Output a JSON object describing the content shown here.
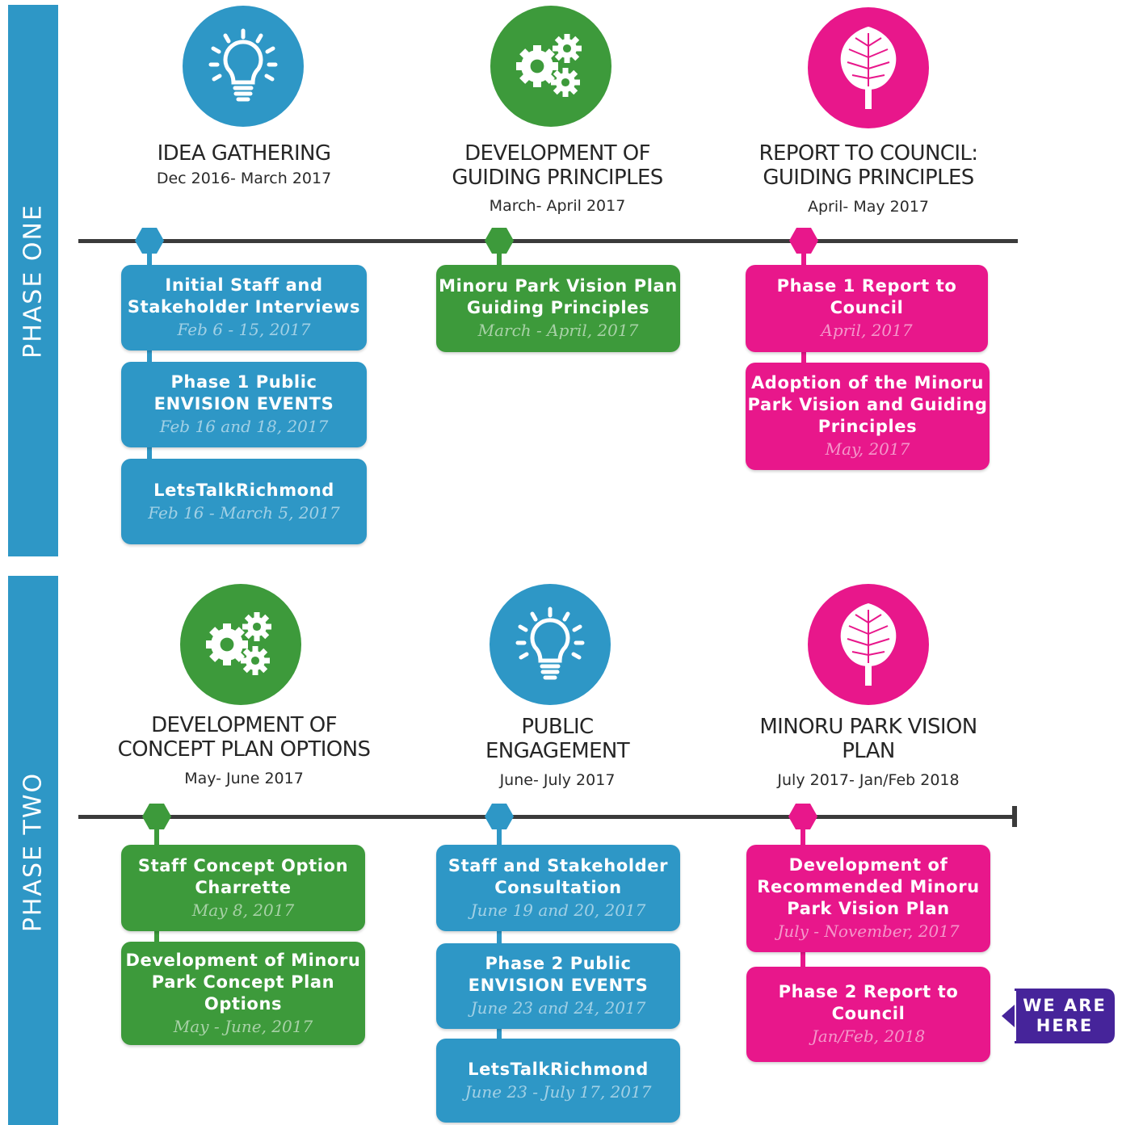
{
  "colors": {
    "blue": "#2e97c6",
    "green": "#3d9a3b",
    "pink": "#e8178b",
    "timeline": "#3b3b3b",
    "indicator": "#46249a"
  },
  "phases": [
    {
      "label": "PHASE ONE",
      "columns": [
        {
          "icon": "lightbulb-icon",
          "color": "blue",
          "title": "IDEA GATHERING",
          "date": "Dec 2016- March 2017",
          "cards": [
            {
              "title": "Initial Staff and\nStakeholder Interviews",
              "date": "Feb 6 - 15, 2017"
            },
            {
              "title": "Phase 1 Public\nENVISION EVENTS",
              "date": "Feb 16 and 18, 2017"
            },
            {
              "title": "LetsTalkRichmond",
              "date": "Feb 16 - March 5, 2017"
            }
          ]
        },
        {
          "icon": "gears-icon",
          "color": "green",
          "title": "DEVELOPMENT OF\nGUIDING PRINCIPLES",
          "date": "March- April 2017",
          "cards": [
            {
              "title": "Minoru Park Vision Plan\nGuiding Principles",
              "date": "March - April, 2017"
            }
          ]
        },
        {
          "icon": "leaf-icon",
          "color": "pink",
          "title": "REPORT TO COUNCIL:\nGUIDING PRINCIPLES",
          "date": "April- May 2017",
          "cards": [
            {
              "title": "Phase 1 Report to\nCouncil",
              "date": "April, 2017"
            },
            {
              "title": "Adoption of the Minoru\nPark Vision and Guiding\nPrinciples",
              "date": "May, 2017"
            }
          ]
        }
      ]
    },
    {
      "label": "PHASE TWO",
      "columns": [
        {
          "icon": "gears-icon",
          "color": "green",
          "title": "DEVELOPMENT OF\nCONCEPT PLAN OPTIONS",
          "date": "May- June 2017",
          "cards": [
            {
              "title": "Staff Concept Option\nCharrette",
              "date": "May 8, 2017"
            },
            {
              "title": "Development of Minoru\nPark Concept Plan\nOptions",
              "date": "May - June, 2017"
            }
          ]
        },
        {
          "icon": "lightbulb-icon",
          "color": "blue",
          "title": "PUBLIC\nENGAGEMENT",
          "date": "June- July 2017",
          "cards": [
            {
              "title": "Staff and Stakeholder\nConsultation",
              "date": "June 19 and 20, 2017"
            },
            {
              "title": "Phase 2 Public\nENVISION EVENTS",
              "date": "June 23 and 24, 2017"
            },
            {
              "title": "LetsTalkRichmond",
              "date": "June 23 - July 17, 2017"
            }
          ]
        },
        {
          "icon": "leaf-icon",
          "color": "pink",
          "title": "MINORU PARK VISION\nPLAN",
          "date": "July  2017- Jan/Feb 2018",
          "cards": [
            {
              "title": "Development of\nRecommended Minoru\nPark Vision Plan",
              "date": "July - November, 2017"
            },
            {
              "title": "Phase 2 Report to\nCouncil",
              "date": "Jan/Feb, 2018"
            }
          ]
        }
      ]
    }
  ],
  "indicator": {
    "label": "WE ARE\nHERE"
  }
}
